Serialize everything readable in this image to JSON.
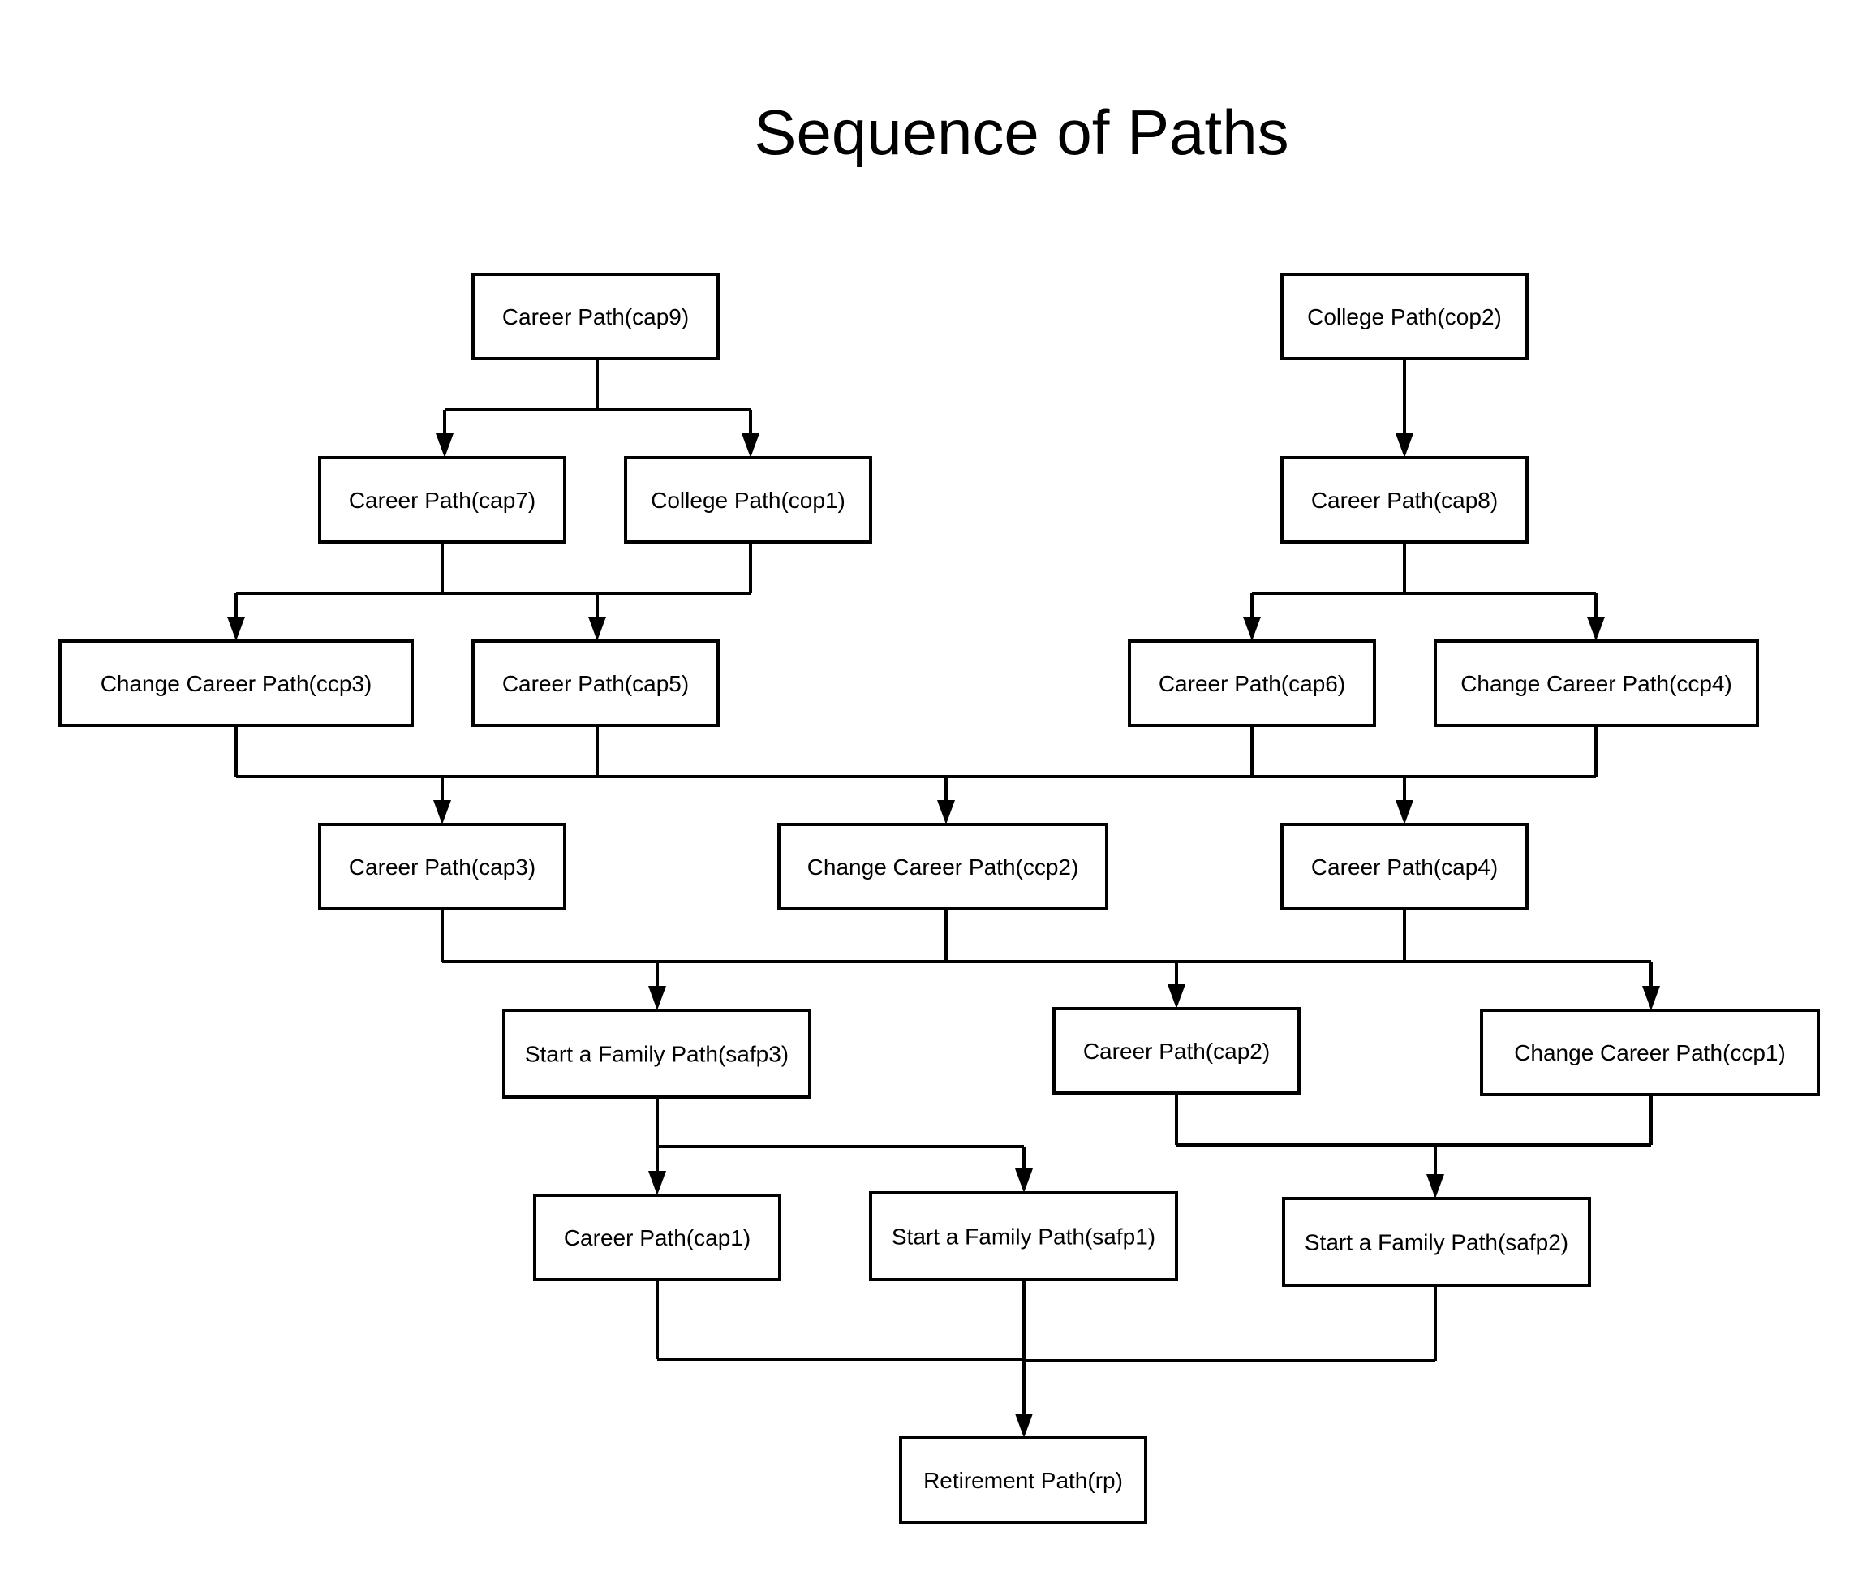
{
  "title": "Sequence of Paths",
  "nodes": {
    "cap9": "Career Path(cap9)",
    "cop2": "College Path(cop2)",
    "cap7": "Career Path(cap7)",
    "cop1": "College Path(cop1)",
    "cap8": "Career Path(cap8)",
    "ccp3": "Change Career Path(ccp3)",
    "cap5": "Career Path(cap5)",
    "cap6": "Career Path(cap6)",
    "ccp4": "Change Career Path(ccp4)",
    "cap3": "Career Path(cap3)",
    "ccp2": "Change Career Path(ccp2)",
    "cap4": "Career Path(cap4)",
    "safp3": "Start a Family Path(safp3)",
    "cap2": "Career Path(cap2)",
    "ccp1": "Change Career Path(ccp1)",
    "cap1": "Career Path(cap1)",
    "safp1": "Start a Family Path(safp1)",
    "safp2": "Start a Family Path(safp2)",
    "rp": "Retirement Path(rp)"
  }
}
